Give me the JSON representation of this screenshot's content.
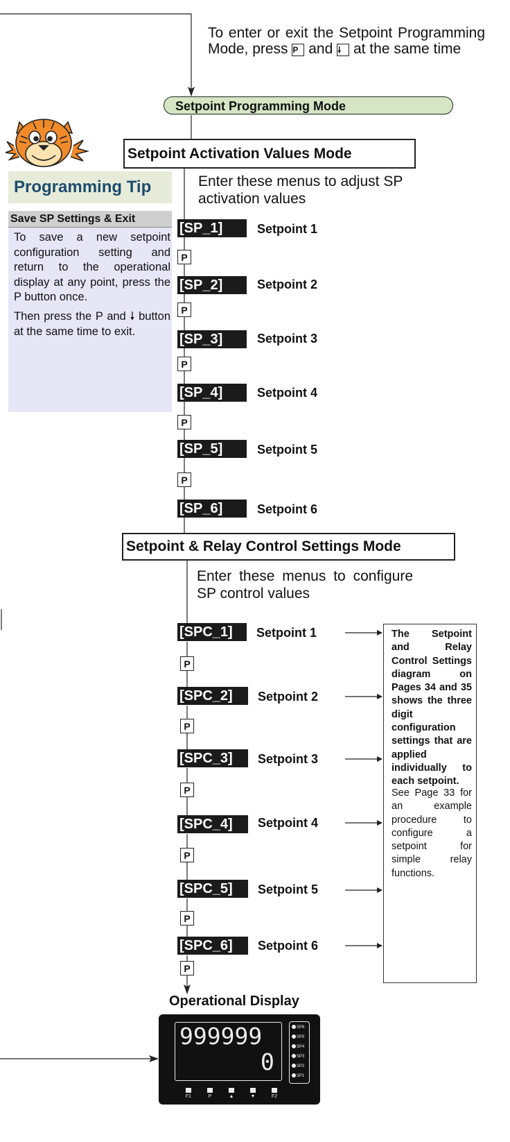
{
  "intro": {
    "text_before": "To enter or exit the Setpoint Programming Mode, press ",
    "key_p": "P",
    "text_and": " and ",
    "key_down": "🠗",
    "text_after": " at the same time"
  },
  "setpoint_programming_mode": "Setpoint Programming Mode",
  "activation": {
    "title": "Setpoint Activation Values Mode",
    "description": "Enter these menus to adjust SP activation values",
    "items": [
      {
        "code": "[SP_1]",
        "label": "Setpoint 1"
      },
      {
        "code": "[SP_2]",
        "label": "Setpoint 2"
      },
      {
        "code": "[SP_3]",
        "label": "Setpoint 3"
      },
      {
        "code": "[SP_4]",
        "label": "Setpoint 4"
      },
      {
        "code": "[SP_5]",
        "label": "Setpoint 5"
      },
      {
        "code": "[SP_6]",
        "label": "Setpoint 6"
      }
    ]
  },
  "relay": {
    "title": "Setpoint & Relay Control Settings Mode",
    "description": "Enter these menus to configure SP control values",
    "items": [
      {
        "code": "[SPC_1]",
        "label": "Setpoint 1"
      },
      {
        "code": "[SPC_2]",
        "label": "Setpoint 2"
      },
      {
        "code": "[SPC_3]",
        "label": "Setpoint 3"
      },
      {
        "code": "[SPC_4]",
        "label": "Setpoint 4"
      },
      {
        "code": "[SPC_5]",
        "label": "Setpoint 5"
      },
      {
        "code": "[SPC_6]",
        "label": "Setpoint 6"
      }
    ]
  },
  "p_key": "P",
  "tip": {
    "title": "Programming Tip",
    "header": "Save SP Settings & Exit",
    "para1": "To save a new setpoint configuration setting and return to the operational display at any point, press the P button once.",
    "para2": "Then press the P and 🠗 button at the same time to exit."
  },
  "side_note": {
    "bold_text": "The Setpoint and Relay Control Settings diagram on Pages 34 and 35 shows the three digit configuration settings that are applied individually to each setpoint.",
    "regular_text": "See Page 33 for an example procedure to configure a setpoint for simple relay functions."
  },
  "operational_display": {
    "title": "Operational Display",
    "upper_digits": "999999",
    "lower_digits": "0",
    "leds": [
      "SP6",
      "SP5",
      "SP4",
      "SP3",
      "SP2",
      "SP1"
    ],
    "keys": [
      "F1",
      "P",
      "▲",
      "▼",
      "F2"
    ]
  },
  "colors": {
    "mode_pill": "#d6e6c4",
    "tip_panel": "#e6e6f7",
    "tip_title_bg": "#e6ecd9",
    "tip_title_text": "#1d4b6f",
    "menu_bg": "#1b1b1b",
    "tiger_orange": "#f08a2a"
  },
  "icons": {
    "mascot": "tiger-mascot-icon",
    "down_arrow": "down-arrow-key-icon"
  }
}
